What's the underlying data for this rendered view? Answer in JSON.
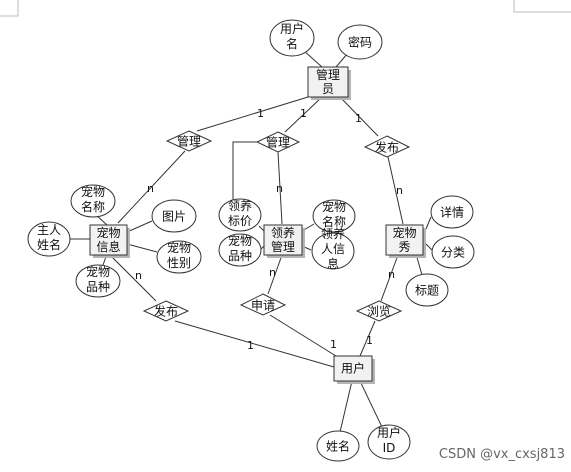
{
  "entities": {
    "admin": [
      "管理",
      "员"
    ],
    "pet_info": [
      "宠物",
      "信息"
    ],
    "adopt_mgmt": [
      "领养",
      "管理"
    ],
    "pet_show": [
      "宠物",
      "秀"
    ],
    "user": [
      "用户"
    ]
  },
  "attributes": {
    "admin_username": [
      "用户",
      "名"
    ],
    "admin_password": [
      "密码"
    ],
    "pet_name": [
      "宠物",
      "名称"
    ],
    "pet_image": [
      "图片"
    ],
    "owner_name": [
      "主人",
      "姓名"
    ],
    "pet_gender": [
      "宠物",
      "性别"
    ],
    "pet_breed": [
      "宠物",
      "品种"
    ],
    "adopt_title": [
      "领养",
      "标价"
    ],
    "adopt_breed": [
      "宠物",
      "品种"
    ],
    "adopt_pet_name": [
      "宠物",
      "名称"
    ],
    "adopt_person_info": [
      "领养",
      "人信",
      "息"
    ],
    "show_details": [
      "详情"
    ],
    "show_category": [
      "分类"
    ],
    "show_title": [
      "标题"
    ],
    "user_name": [
      "姓名"
    ],
    "user_id": [
      "用户",
      "ID"
    ]
  },
  "relationships": {
    "manage_pet": "管理",
    "manage_adopt": "管理",
    "publish_show": "发布",
    "user_publish": "发布",
    "user_apply": "申请",
    "user_browse": "浏览"
  },
  "cardinalities": {
    "one": "1",
    "many": "n"
  },
  "watermark": "CSDN @vx_cxsj813"
}
